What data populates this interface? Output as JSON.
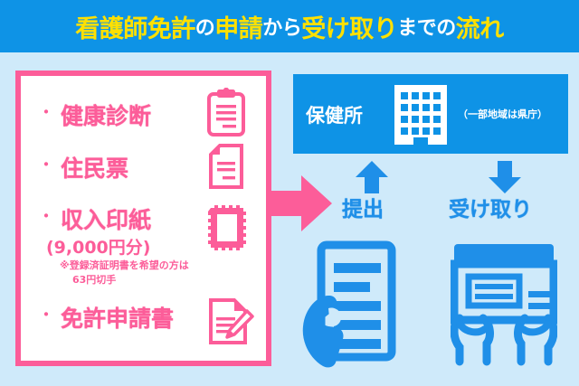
{
  "header": {
    "title_full": "看護師免許の申請から受け取りまでの流れ",
    "title_parts": [
      {
        "text": "看護師免許",
        "color": "#ffe000",
        "size": "large"
      },
      {
        "text": "の",
        "color": "#ffffff",
        "size": "small"
      },
      {
        "text": "申請",
        "color": "#ffe000",
        "size": "large"
      },
      {
        "text": "から",
        "color": "#ffffff",
        "size": "small"
      },
      {
        "text": "受け取り",
        "color": "#ffe000",
        "size": "large"
      },
      {
        "text": "までの",
        "color": "#ffffff",
        "size": "small"
      },
      {
        "text": "流れ",
        "color": "#ffe000",
        "size": "large"
      }
    ]
  },
  "documents_panel": {
    "items": [
      {
        "bullet": "・",
        "label": "健康診断",
        "icon": "clipboard-icon"
      },
      {
        "bullet": "・",
        "label": "住民票",
        "icon": "document-folded-icon"
      },
      {
        "bullet": "・",
        "label": "収入印紙",
        "icon": "postage-stamp-icon"
      },
      {
        "bullet": "・",
        "label": "免許申請書",
        "icon": "document-pen-icon"
      }
    ],
    "stamp_amount": "(9,000円分)",
    "note_line1": "※登録済証明書を希望の方は",
    "note_line2": "63円切手"
  },
  "health_center": {
    "label": "保健所",
    "note": "（一部地域は県庁）",
    "icon": "building-icon"
  },
  "flow": {
    "submit": {
      "label": "提出",
      "arrow": "arrow-up-icon"
    },
    "receive": {
      "label": "受け取り",
      "arrow": "arrow-down-icon"
    },
    "transfer_arrow": "arrow-right-icon",
    "submit_scene_icon": "hand-holding-document-icon",
    "receive_scene_icon": "hands-receiving-envelope-icon"
  },
  "colors": {
    "header_blue": "#0e93e6",
    "background_blue": "#cfeafa",
    "pink": "#fc5d99",
    "yellow": "#ffe000",
    "flow_blue": "#1f8fe8",
    "white": "#ffffff"
  }
}
